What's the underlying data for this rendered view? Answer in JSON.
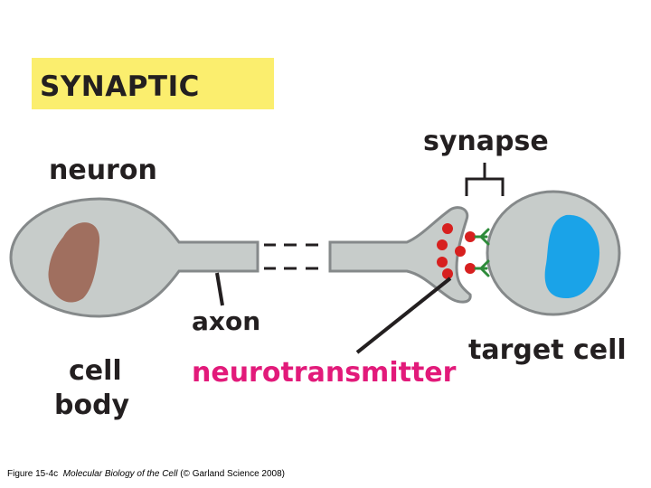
{
  "banner": {
    "title": "SYNAPTIC"
  },
  "labels": {
    "neuron": "neuron",
    "synapse": "synapse",
    "axon": "axon",
    "cell_body_line1": "cell",
    "cell_body_line2": "body",
    "neurotransmitter": "neurotransmitter",
    "target_cell": "target cell"
  },
  "caption": {
    "figure": "Figure 15-4c",
    "book": "Molecular Biology of the Cell",
    "credit": "(© Garland Science 2008)"
  },
  "colors": {
    "banner": "#fbee6e",
    "cell_fill": "#c7ccca",
    "cell_stroke": "#85898a",
    "nucleus_neuron": "#a06f5f",
    "nucleus_target": "#1aa3e8",
    "neurotransmitter_dot": "#d7201f",
    "receptor": "#2e8b3a",
    "neurotransmitter_label": "#e21a7a",
    "label_text": "#231f20"
  }
}
